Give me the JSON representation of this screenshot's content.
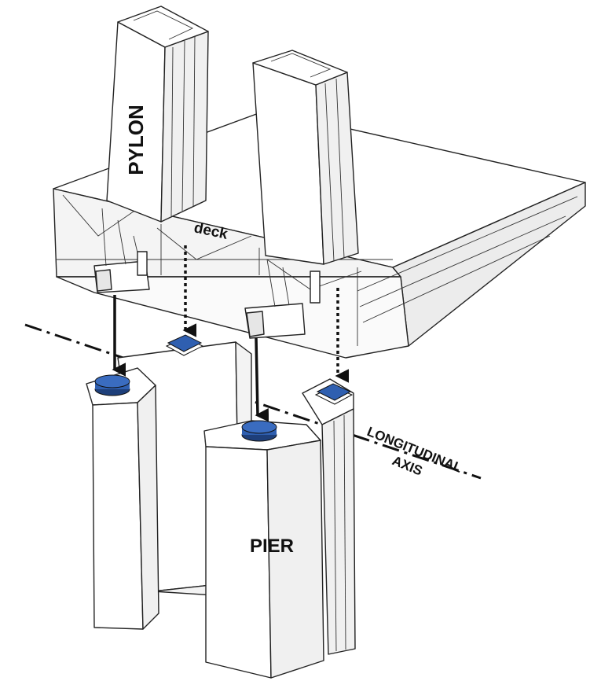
{
  "labels": {
    "pylon": "PYLON",
    "deck": "deck",
    "pier": "PIER",
    "axis_line1": "LONGITUDINAL",
    "axis_line2": "AXIS"
  },
  "colors": {
    "bearing": "#2f5fb0",
    "bearing_dark": "#1e3f7a",
    "line": "#222222",
    "face_light": "#ffffff",
    "face_shade": "#f2f2f2"
  }
}
